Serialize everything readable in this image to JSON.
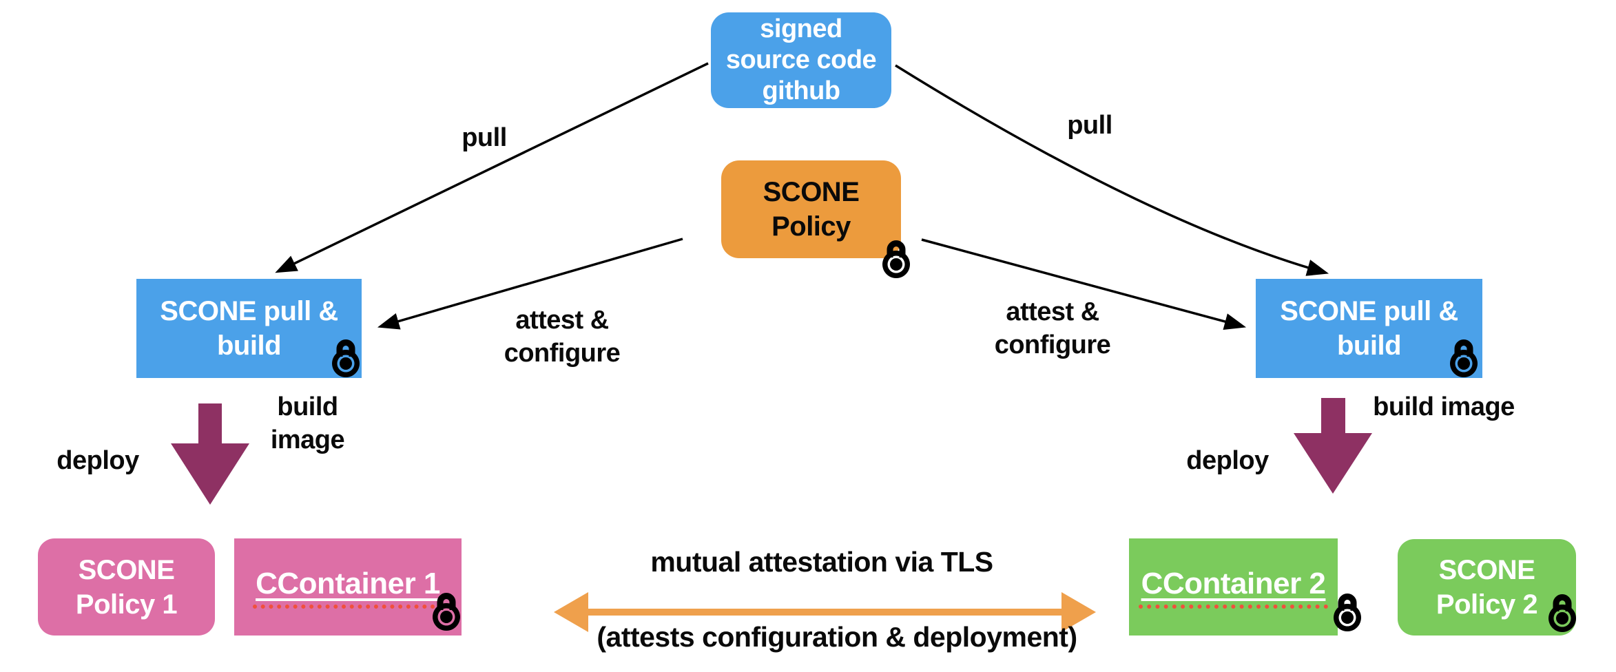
{
  "colors": {
    "blue": "#4BA1E9",
    "orange": "#EC9B3D",
    "pink": "#DD6FA6",
    "green": "#7BCB5C",
    "purple": "#8E3163",
    "arrow_orange": "#EFA04C",
    "underline_red": "#F0503C",
    "text_black": "#0A0A0A",
    "text_white": "#FFFFFF"
  },
  "nodes": {
    "signed_source": {
      "line1": "signed",
      "line2": "source code",
      "line3": "github"
    },
    "scone_policy": {
      "line1": "SCONE",
      "line2": "Policy"
    },
    "pull_build_left": {
      "line1": "SCONE pull &",
      "line2": "build"
    },
    "pull_build_right": {
      "line1": "SCONE pull &",
      "line2": "build"
    },
    "scone_policy_1": {
      "line1": "SCONE",
      "line2": "Policy 1"
    },
    "ccontainer_1": {
      "label": "CContainer 1"
    },
    "ccontainer_2": {
      "label": "CContainer 2"
    },
    "scone_policy_2": {
      "line1": "SCONE",
      "line2": "Policy 2"
    }
  },
  "edge_labels": {
    "pull_left": "pull",
    "pull_right": "pull",
    "attest_left": {
      "line1": "attest &",
      "line2": "configure"
    },
    "attest_right": {
      "line1": "attest &",
      "line2": "configure"
    },
    "build_image_left": "build image",
    "build_image_right": "build image",
    "deploy_left": "deploy",
    "deploy_right": "deploy"
  },
  "mutual_attestation": {
    "title": "mutual attestation via TLS",
    "subtitle": "(attests configuration & deployment)"
  },
  "icons": {
    "lock": "padlock-icon"
  }
}
